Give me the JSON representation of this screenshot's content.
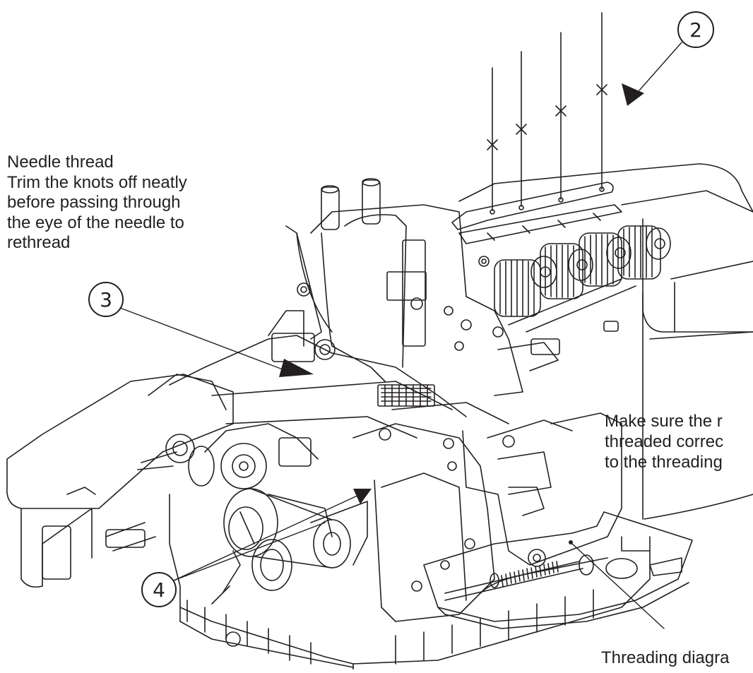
{
  "callouts": {
    "c2": "2",
    "c3": "3",
    "c4": "4"
  },
  "notes": {
    "needle_title": "Needle thread",
    "needle_line1": "Trim the knots off neatly",
    "needle_line2": "before passing through",
    "needle_line3": "the eye of the needle to",
    "needle_line4": "rethread",
    "right_line1": "Make sure the r",
    "right_line2": "threaded correc",
    "right_line3": "to the threading",
    "bottom_caption": "Threading diagra"
  },
  "colors": {
    "ink": "#231f20",
    "paper": "#ffffff"
  }
}
